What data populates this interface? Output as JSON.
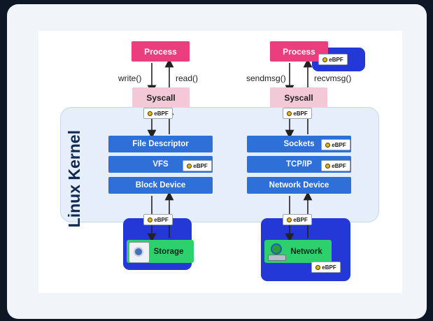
{
  "kernel_label": "Linux Kernel",
  "left_stack": {
    "process": "Process",
    "call_down": "write()",
    "call_up": "read()",
    "syscall": "Syscall",
    "layers": [
      "File Descriptor",
      "VFS",
      "Block Device"
    ],
    "device": "Storage"
  },
  "right_stack": {
    "process": "Process",
    "call_down": "sendmsg()",
    "call_up": "recvmsg()",
    "syscall": "Syscall",
    "layers": [
      "Sockets",
      "TCP/IP",
      "Network Device"
    ],
    "device": "Network"
  },
  "ebpf_label": "eBPF",
  "colors": {
    "process": "#ea3e7e",
    "syscall": "#f3c9d8",
    "kernel_layer": "#2f6fd8",
    "device": "#2ed06e",
    "highlight": "#2438d8",
    "kernel_bg": "#e6eefb"
  }
}
